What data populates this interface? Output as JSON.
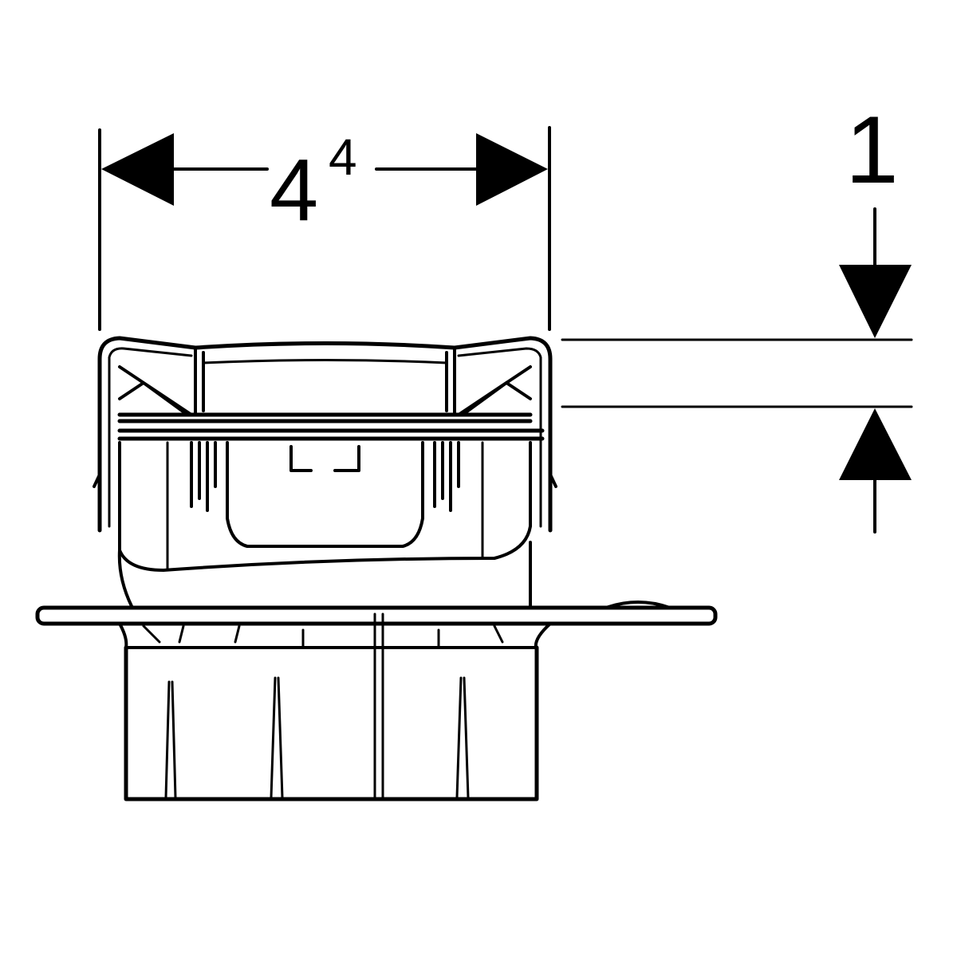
{
  "width_dimension": {
    "value": "4",
    "superscript": "4"
  },
  "height_dimension": {
    "value": "1"
  },
  "colors": {
    "line": "#000000",
    "background": "#ffffff"
  }
}
